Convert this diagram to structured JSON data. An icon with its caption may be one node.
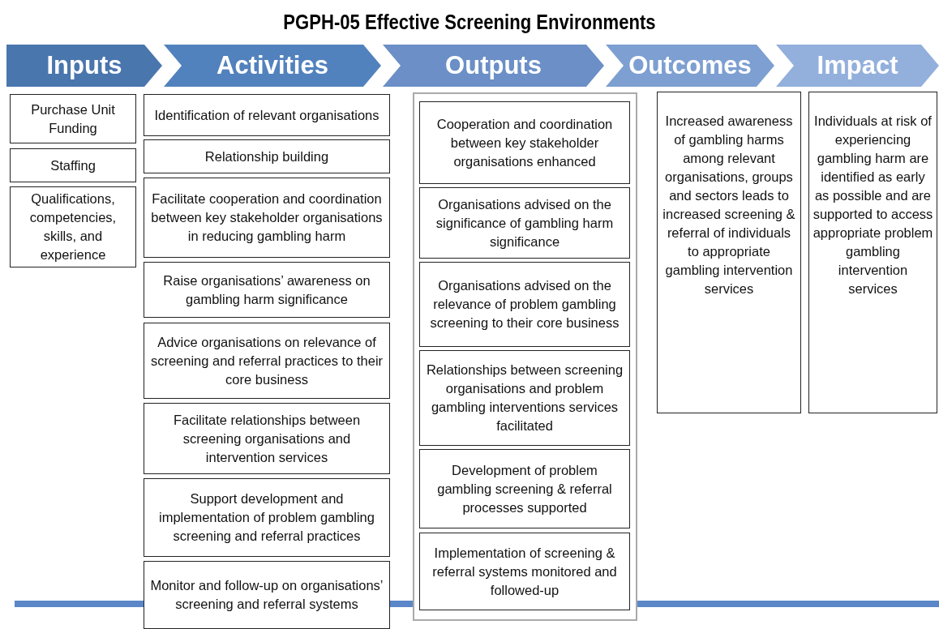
{
  "diagram": {
    "title": "PGPH-05 Effective Screening Environments",
    "nodes": [
      {
        "text": [
          "Inputs"
        ]
      },
      {
        "text": [
          "Activities"
        ]
      },
      {
        "text": [
          "Outputs"
        ]
      },
      {
        "text": [
          "Outcomes"
        ]
      },
      {
        "text": [
          "Impact"
        ]
      },
      {
        "text": [
          "Purchase Unit Funding"
        ]
      },
      {
        "text": [
          "Staffing"
        ]
      },
      {
        "text": [
          "Qualifications, competencies, skills, and experience"
        ]
      },
      {
        "text": [
          "Identification of relevant organisations"
        ]
      },
      {
        "text": [
          "Relationship building"
        ]
      },
      {
        "text": [
          "Facilitate cooperation and coordination between key stakeholder organisations in reducing gambling harm"
        ]
      },
      {
        "text": [
          "Raise organisations’ awareness on gambling harm significance"
        ]
      },
      {
        "text": [
          "Advice organisations on relevance of screening and referral practices to their core business"
        ]
      },
      {
        "text": [
          "Facilitate relationships between screening organisations and intervention services"
        ]
      },
      {
        "text": [
          "Support development and implementation of problem gambling screening and referral practices"
        ]
      },
      {
        "text": [
          "Monitor and follow-up on organisations’ screening and referral systems"
        ]
      },
      {
        "text": [
          "Cooperation and coordination between key stakeholder organisations enhanced"
        ]
      },
      {
        "text": [
          "Organisations advised on the significance of gambling harm significance"
        ]
      },
      {
        "text": [
          "Organisations advised on the relevance of problem gambling screening to their core business"
        ]
      },
      {
        "text": [
          "Relationships between screening organisations and problem gambling interventions services facilitated"
        ]
      },
      {
        "text": [
          "Development of problem gambling screening & referral processes supported"
        ]
      },
      {
        "text": [
          "Implementation of screening & referral systems monitored and followed-up"
        ]
      },
      {
        "text": [
          "Increased awareness of gambling harms among relevant organisations, groups and sectors leads to increased screening & referral of individuals to appropriate gambling intervention services"
        ]
      },
      {
        "text": [
          "Individuals at risk of experiencing gambling harm are identified as early as possible and are supported to access appropriate problem gambling intervention services"
        ]
      }
    ],
    "edges": []
  }
}
